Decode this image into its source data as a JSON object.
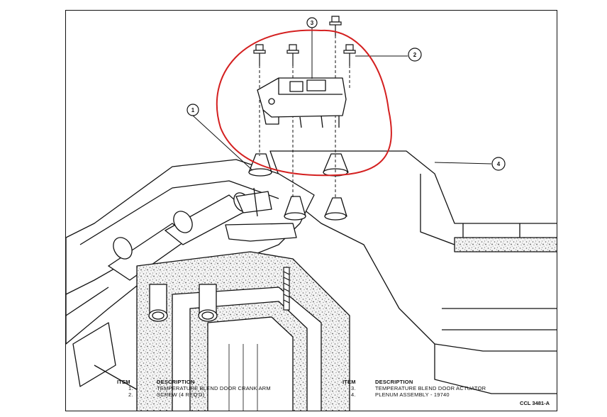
{
  "callouts": [
    {
      "num": "1"
    },
    {
      "num": "2"
    },
    {
      "num": "3"
    },
    {
      "num": "4"
    }
  ],
  "legend": {
    "col_item": "ITEM",
    "col_desc": "DESCRIPTION",
    "items": [
      {
        "num": "1.",
        "desc": "TEMPERATURE BLEND DOOR CRANK ARM"
      },
      {
        "num": "2.",
        "desc": "SCREW (4 REQ'D)"
      },
      {
        "num": "3.",
        "desc": "TEMPERATURE BLEND DOOR ACTUATOR"
      },
      {
        "num": "4.",
        "desc": "PLENUM ASSEMBLY - 19740"
      }
    ]
  },
  "figure_code": "CCL 3481-A",
  "colors": {
    "line": "#111111",
    "highlight": "#d42020",
    "speckle": "#9a9a9a"
  }
}
